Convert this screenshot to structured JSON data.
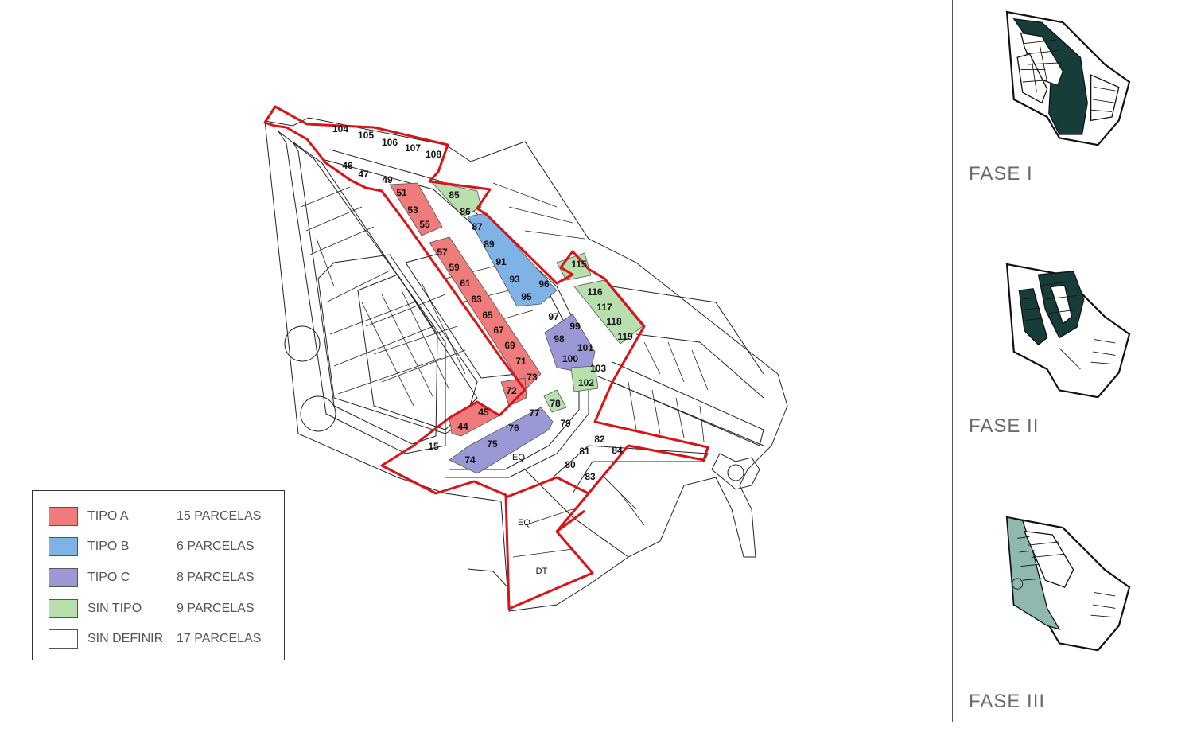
{
  "colors": {
    "tipo_a": "#f07b7b",
    "tipo_b": "#7fb2e5",
    "tipo_c": "#9b98d6",
    "sin_tipo": "#b8dfae",
    "sin_definir": "#ffffff",
    "boundary": "#d9131a",
    "phase_dark": "#173d3a",
    "phase_light": "#8fb8b0"
  },
  "lots": {
    "top_row": [
      "104",
      "105",
      "106",
      "107",
      "108"
    ],
    "row_46": [
      "46",
      "47",
      "49"
    ],
    "tipo_a": [
      "51",
      "53",
      "55",
      "57",
      "59",
      "61",
      "63",
      "65",
      "67",
      "69",
      "71",
      "73",
      "72",
      "45",
      "44"
    ],
    "tipo_b": [
      "87",
      "89",
      "91",
      "93",
      "95",
      "96"
    ],
    "tipo_c": [
      "99",
      "98",
      "101",
      "100",
      "77",
      "76",
      "75",
      "74"
    ],
    "sin_tipo": [
      "85",
      "86",
      "115",
      "116",
      "117",
      "118",
      "119",
      "102",
      "78"
    ],
    "plain": [
      "97",
      "103",
      "79",
      "15",
      "82",
      "81",
      "84",
      "80",
      "83"
    ],
    "eq_labels": [
      "EQ",
      "EQ"
    ],
    "dt_label": "DT"
  },
  "legend": [
    {
      "type": "TIPO A",
      "count": "15 PARCELAS",
      "color": "#f07b7b"
    },
    {
      "type": "TIPO B",
      "count": "6 PARCELAS",
      "color": "#7fb2e5"
    },
    {
      "type": "TIPO C",
      "count": "8 PARCELAS",
      "color": "#9b98d6"
    },
    {
      "type": "SIN TIPO",
      "count": "9 PARCELAS",
      "color": "#b8dfae"
    },
    {
      "type": "SIN DEFINIR",
      "count": "17 PARCELAS",
      "color": "#ffffff"
    }
  ],
  "phases": [
    {
      "label": "FASE I"
    },
    {
      "label": "FASE II"
    },
    {
      "label": "FASE III"
    }
  ]
}
